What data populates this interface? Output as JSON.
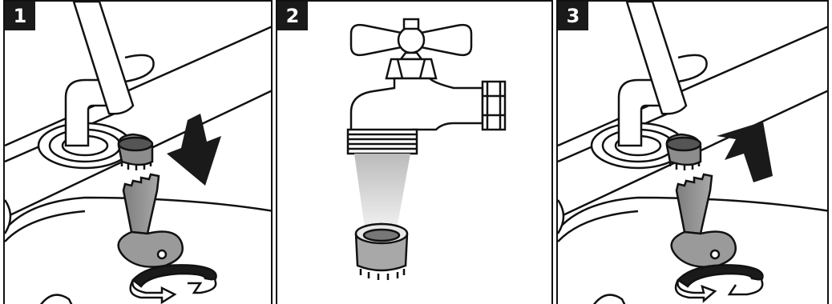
{
  "panels": [
    {
      "step": "1"
    },
    {
      "step": "2"
    },
    {
      "step": "3"
    }
  ],
  "colors": {
    "outline": "#111111",
    "key_fill": "#9a9a9a",
    "arrow_fill": "#1a1a1a",
    "spray_start": "#c8c8c8",
    "spray_end": "#ffffff"
  }
}
